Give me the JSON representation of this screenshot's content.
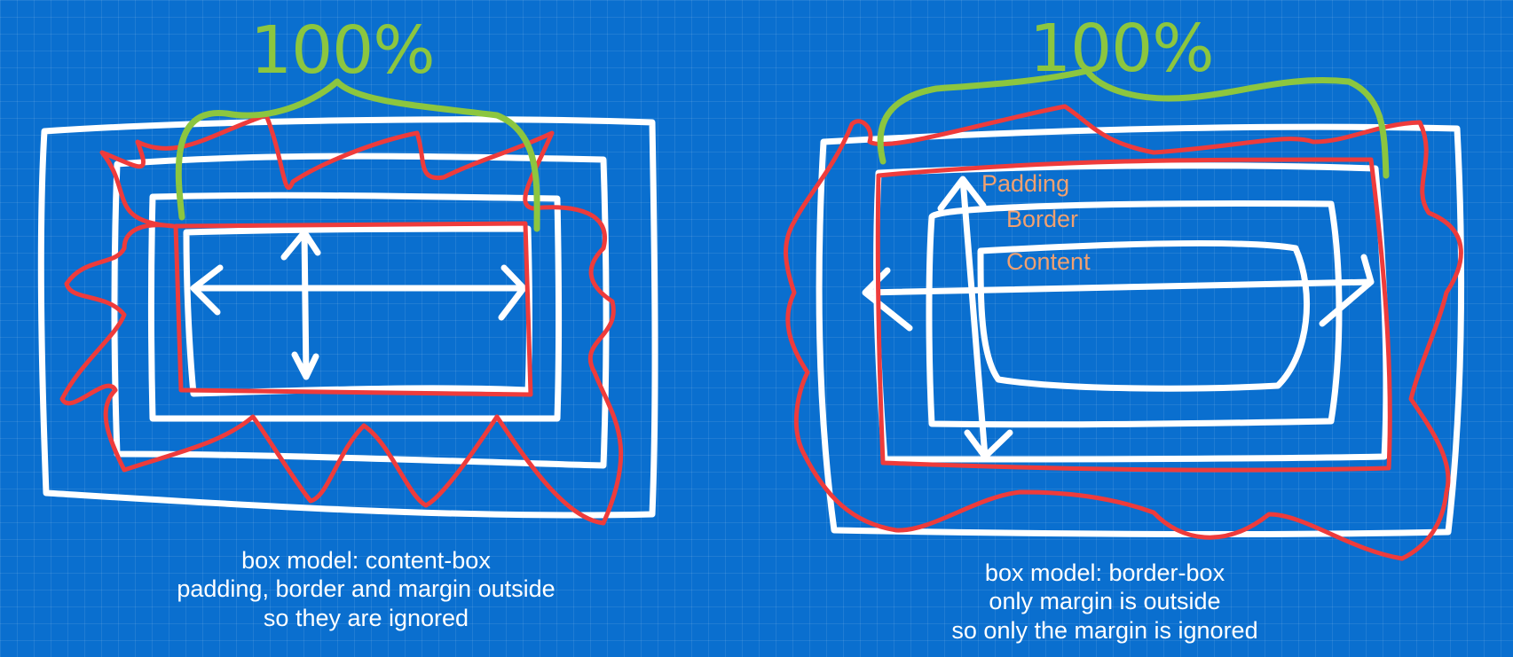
{
  "left": {
    "percent_label": "100%",
    "caption": [
      "box model: content-box",
      "padding, border and margin outside",
      "so they are ignored"
    ]
  },
  "right": {
    "percent_label": "100%",
    "labels": {
      "padding": "Padding",
      "border": "Border",
      "content": "Content"
    },
    "caption": [
      "box model: border-box",
      "only margin is outside",
      "so only the margin is ignored"
    ]
  },
  "colors": {
    "background": "#0a6fcf",
    "lines": "#ffffff",
    "highlight": "#ee3b3b",
    "brace": "#8cc63f",
    "labels": "#f0a070"
  }
}
